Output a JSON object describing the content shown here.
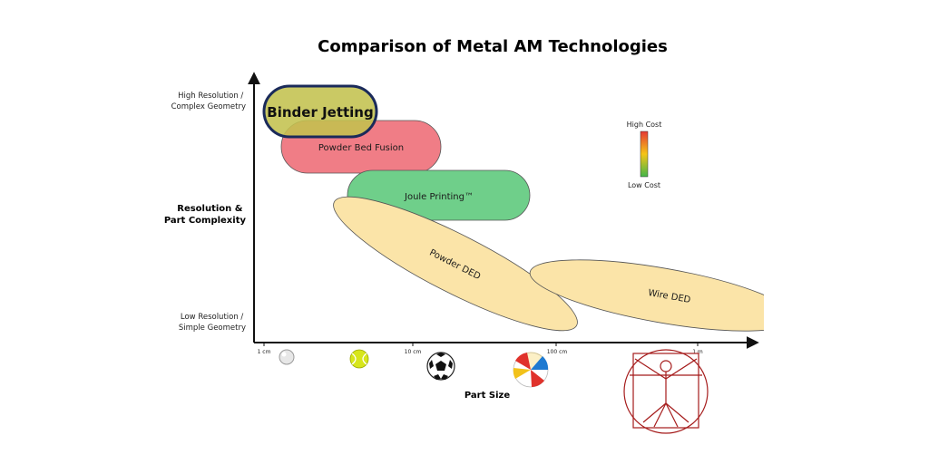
{
  "chart_data": {
    "type": "bubble-map",
    "title": "Comparison of Metal AM Technologies",
    "xlabel": "Part Size",
    "ylabel_lines": [
      "Resolution &",
      "Part Complexity"
    ],
    "y_top_lines": [
      "High Resolution /",
      "Complex Geometry"
    ],
    "y_bottom_lines": [
      "Low Resolution /",
      "Simple Geometry"
    ],
    "x_ticks": [
      "1 cm",
      "10 cm",
      "100 cm",
      "1 m"
    ],
    "x_scale": "log",
    "legend": {
      "high": "High Cost",
      "low": "Low Cost"
    },
    "technologies": [
      {
        "name": "Powder Bed Fusion",
        "color": "#f07d86"
      },
      {
        "name": "Joule Printing™",
        "color": "#6fcf8a"
      },
      {
        "name": "Powder DED",
        "color": "#fbe4a8"
      },
      {
        "name": "Wire DED",
        "color": "#fbe4a8"
      },
      {
        "name": "Binder Jetting",
        "color": "#c3c14e"
      }
    ],
    "scale_objects": [
      "golf-ball-icon",
      "tennis-ball-icon",
      "soccer-ball-icon",
      "beach-ball-icon",
      "vitruvian-man-icon"
    ]
  }
}
